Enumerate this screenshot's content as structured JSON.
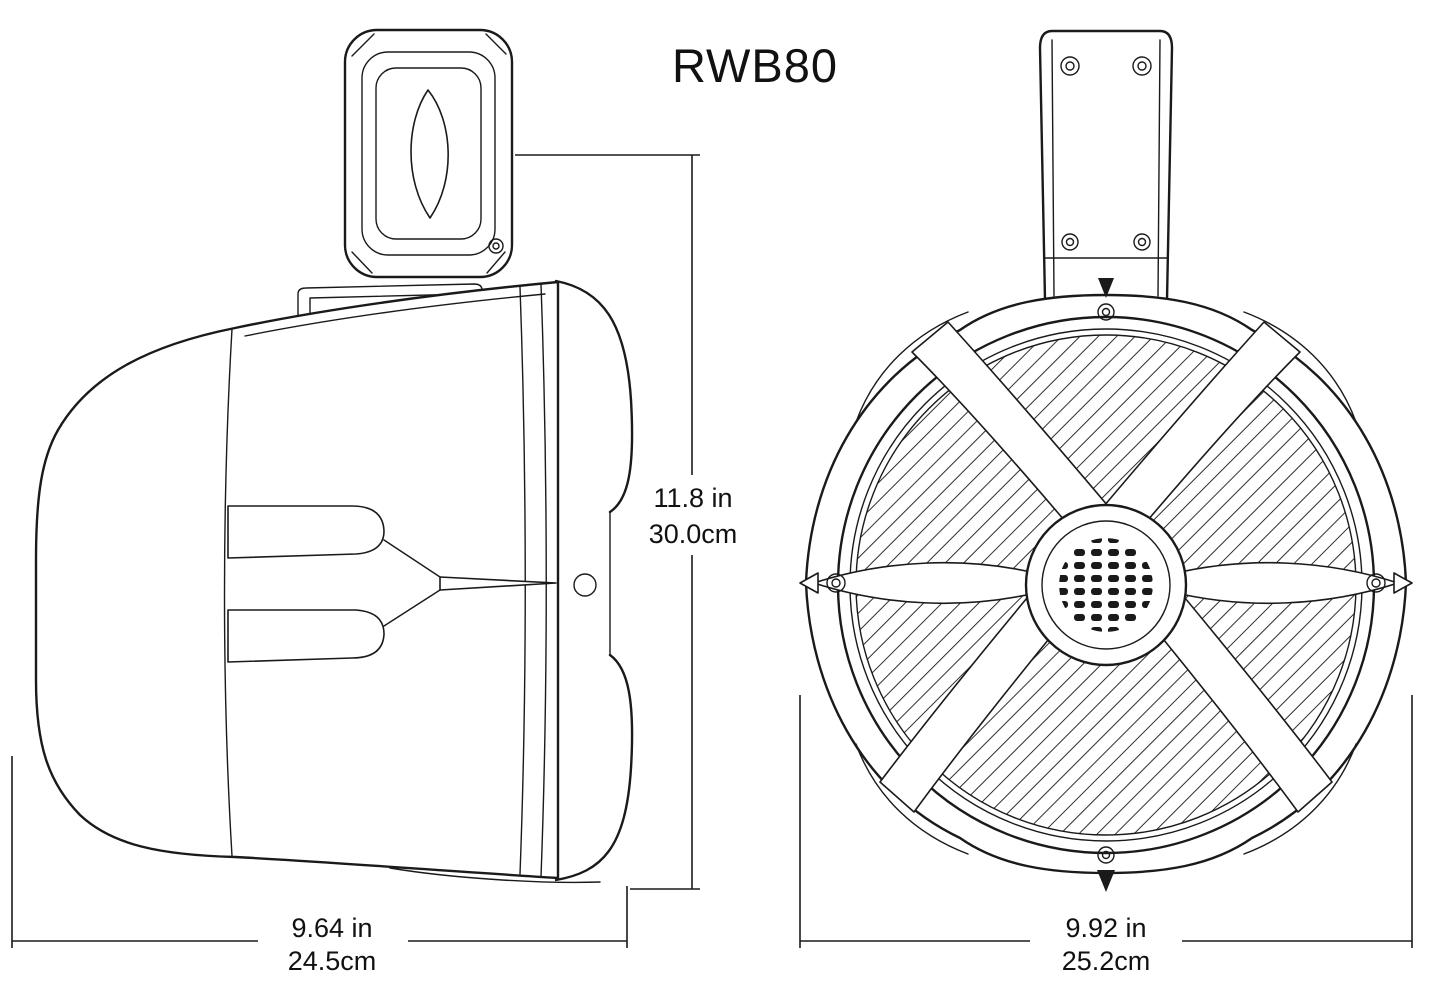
{
  "title": "RWB80",
  "dimensions": {
    "height": {
      "inches": "11.8 in",
      "cm": "30.0cm"
    },
    "depth": {
      "inches": "9.64 in",
      "cm": "24.5cm"
    },
    "width": {
      "inches": "9.92 in",
      "cm": "25.2cm"
    }
  },
  "colors": {
    "line": "#1a1a1a",
    "background": "#ffffff"
  }
}
